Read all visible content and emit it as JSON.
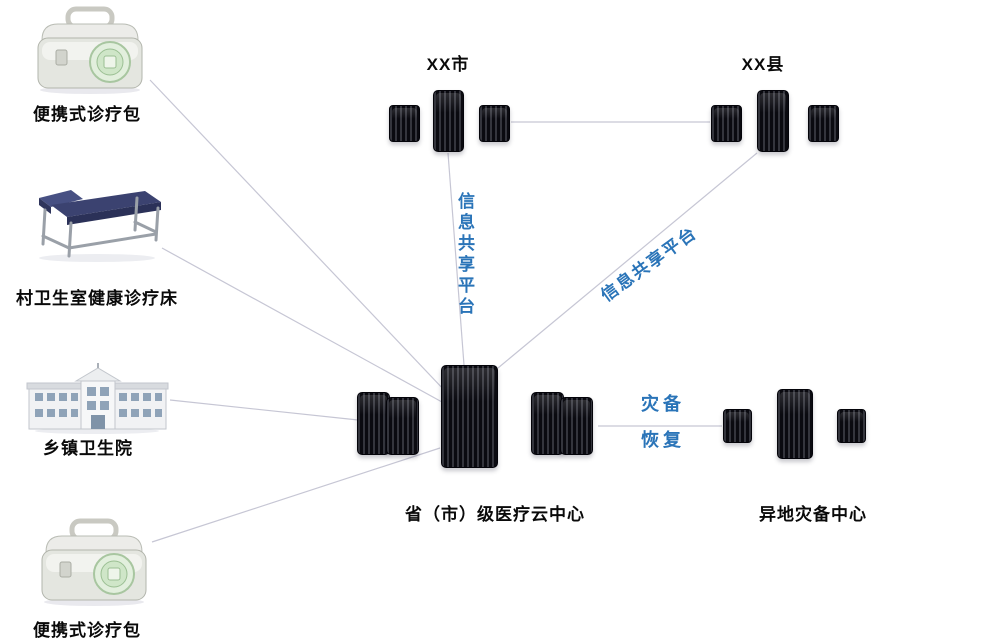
{
  "diagram": {
    "left_nodes": [
      {
        "id": "portable-kit-top",
        "label": "便携式诊疗包"
      },
      {
        "id": "village-exam-bed",
        "label": "村卫生室健康诊疗床"
      },
      {
        "id": "township-hospital",
        "label": "乡镇卫生院"
      },
      {
        "id": "portable-kit-bottom",
        "label": "便携式诊疗包"
      }
    ],
    "clusters": {
      "city": {
        "label": "XX市"
      },
      "county": {
        "label": "XX县"
      },
      "cloud": {
        "label": "省（市）级医疗云中心"
      },
      "dr": {
        "label": "异地灾备中心"
      }
    },
    "link_labels": {
      "info_platform_vertical": "信息共享平台",
      "info_platform_diagonal": "信息共享平台",
      "dr_top": "灾备",
      "dr_bottom": "恢复"
    },
    "colors": {
      "link_text": "#2a74b8",
      "connector_line": "#c6c6d4",
      "label_text": "#0a0a0a"
    }
  }
}
